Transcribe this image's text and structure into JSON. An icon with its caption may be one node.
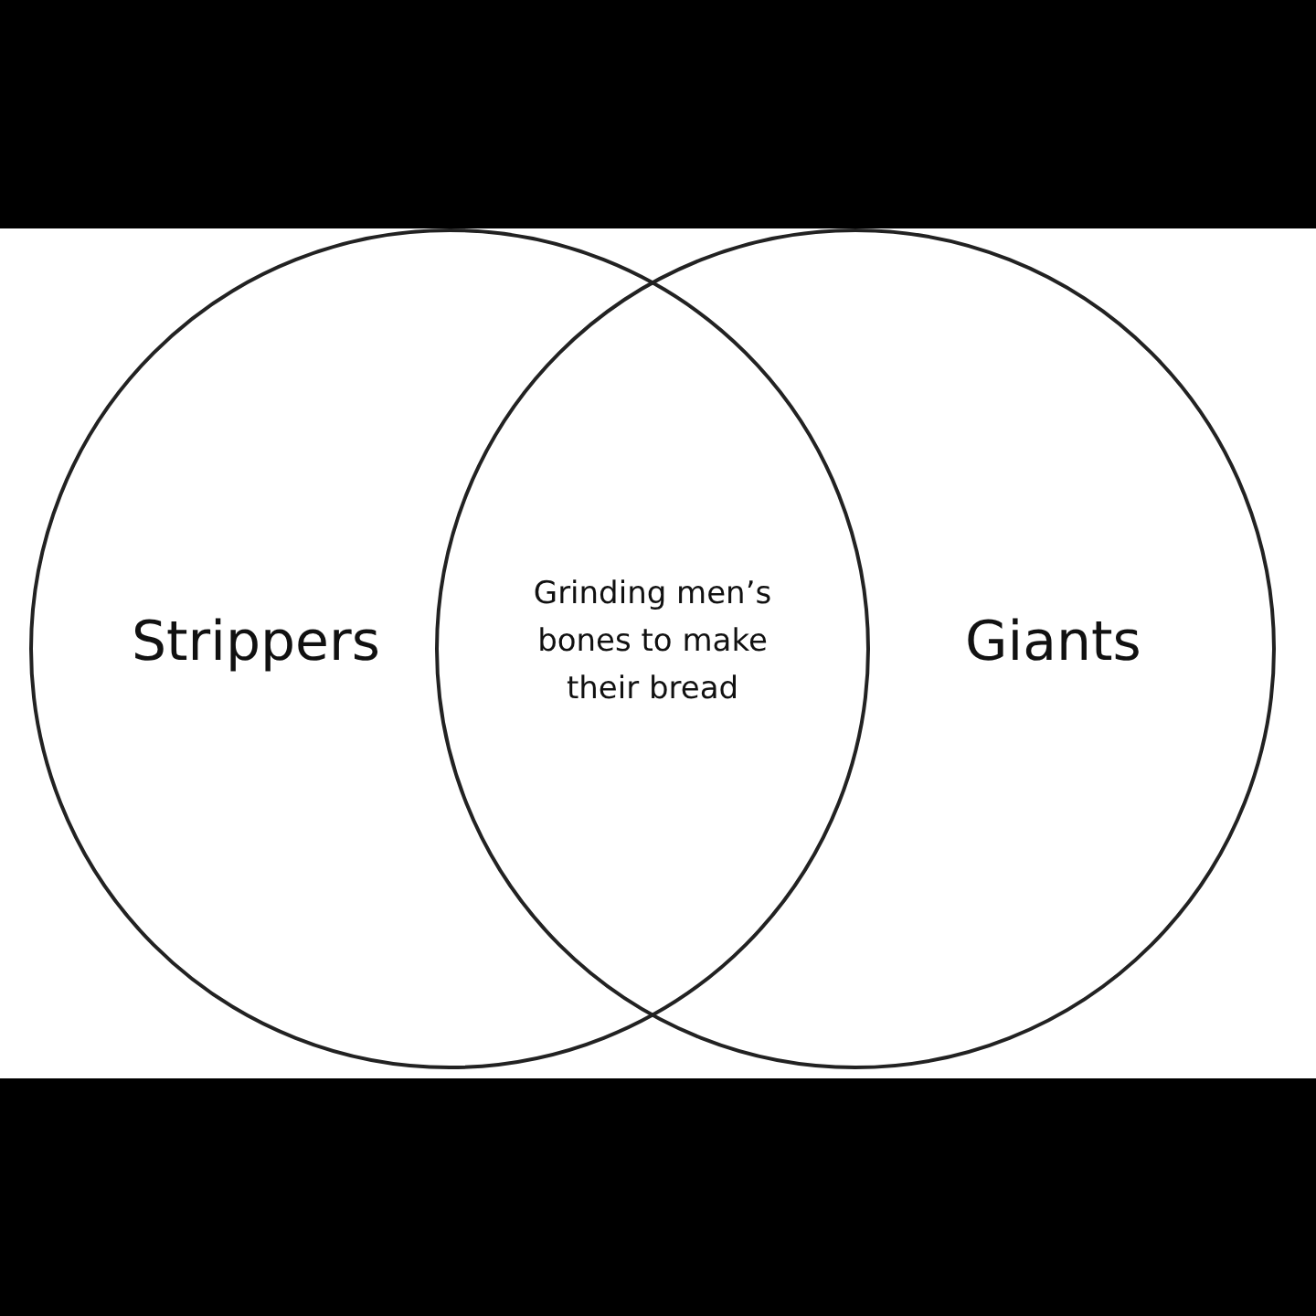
{
  "diagram": {
    "nodes": [
      {
        "text": [
          "Strippers"
        ]
      },
      {
        "text": [
          "Giants"
        ]
      }
    ],
    "labels": [
      "Grinding men’s bones to make their bread"
    ]
  }
}
